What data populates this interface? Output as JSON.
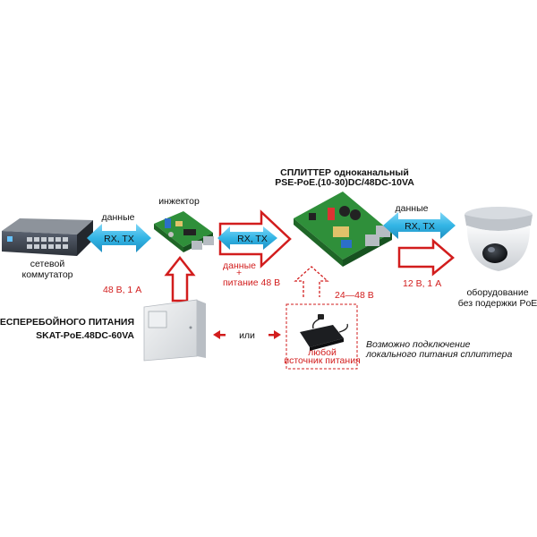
{
  "colors": {
    "data_arrow": "#33b5e5",
    "power_arrow": "#d21d1d",
    "text_dark": "#111111",
    "text_red": "#d21d1d",
    "board_green": "#2f8f3a",
    "device_gray": "#e6e8ea"
  },
  "labels": {
    "data_left": "данные",
    "rxtx_left": "RX, TX",
    "switch_line1": "сетевой",
    "switch_line2": "коммутатор",
    "injector": "инжектор",
    "power_48_1a": "48 В, 1 А",
    "rxtx_mid": "RX, TX",
    "data_mid": "данные",
    "plus": "+",
    "power_mid": "питание 48 В",
    "splitter_title": "СПЛИТТЕР одноканальный",
    "splitter_model": "PSE-PoE.(10-30)DC/48DC-10VA",
    "voltage_range": "24—48 В",
    "data_right": "данные",
    "rxtx_right": "RX, TX",
    "power_12v": "12 В, 1 А",
    "camera_line1": "оборудование",
    "camera_line2": "без подержки PoE",
    "ups_caption": "ИСТОЧНИК БЕСПЕРЕБОЙНОГО ПИТАНИЯ",
    "ups_model": "SKAT-PoE.48DC-60VA",
    "or": "или",
    "adapter_line1": "любой",
    "adapter_line2": "источник питания",
    "local_note_line1": "Возможно подключение",
    "local_note_line2": "локального питания сплиттера"
  },
  "icons": {
    "switch": "network-switch-icon",
    "injector": "poe-injector-board-icon",
    "splitter": "poe-splitter-board-icon",
    "camera": "dome-camera-icon",
    "ups": "ups-cabinet-icon",
    "adapter": "power-adapter-icon"
  }
}
